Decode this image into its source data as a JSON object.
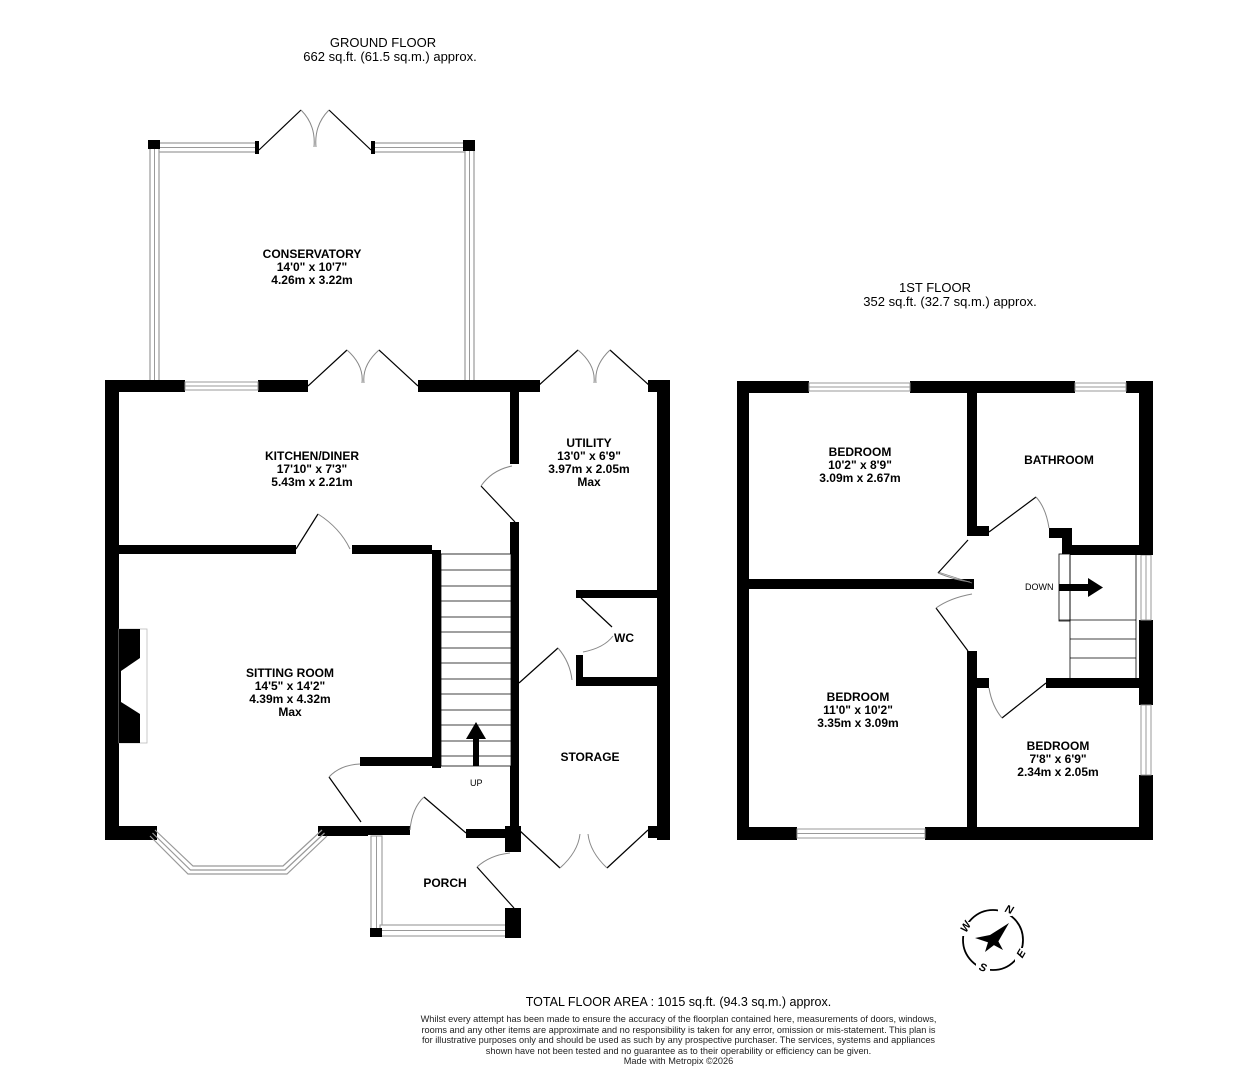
{
  "ground_floor": {
    "title": "GROUND FLOOR",
    "area": "662 sq.ft. (61.5 sq.m.) approx.",
    "rooms": [
      {
        "name": "CONSERVATORY",
        "imperial": "14'0\"  x 10'7\"",
        "metric": "4.26m  x 3.22m",
        "note": ""
      },
      {
        "name": "KITCHEN/DINER",
        "imperial": "17'10\"  x 7'3\"",
        "metric": "5.43m  x 2.21m",
        "note": ""
      },
      {
        "name": "UTILITY",
        "imperial": "13'0\"  x 6'9\"",
        "metric": "3.97m  x 2.05m",
        "note": "Max"
      },
      {
        "name": "SITTING ROOM",
        "imperial": "14'5\"  x 14'2\"",
        "metric": "4.39m  x 4.32m",
        "note": "Max"
      },
      {
        "name": "WC"
      },
      {
        "name": "STORAGE"
      },
      {
        "name": "PORCH"
      }
    ],
    "stairs_label": "UP"
  },
  "first_floor": {
    "title": "1ST FLOOR",
    "area": "352 sq.ft. (32.7 sq.m.) approx.",
    "rooms": [
      {
        "name": "BEDROOM",
        "imperial": "10'2\"  x 8'9\"",
        "metric": "3.09m  x 2.67m"
      },
      {
        "name": "BATHROOM"
      },
      {
        "name": "BEDROOM",
        "imperial": "11'0\"  x 10'2\"",
        "metric": "3.35m  x 3.09m"
      },
      {
        "name": "BEDROOM",
        "imperial": "7'8\"  x 6'9\"",
        "metric": "2.34m  x 2.05m"
      }
    ],
    "stairs_label": "DOWN"
  },
  "compass": {
    "n": "N",
    "e": "E",
    "s": "S",
    "w": "W"
  },
  "footer": {
    "total": "TOTAL FLOOR AREA : 1015 sq.ft. (94.3 sq.m.) approx.",
    "disclaimer": "Whilst every attempt has been made to ensure the accuracy of the floorplan contained here, measurements of doors, windows, rooms and any other items are approximate and no responsibility is taken for any error, omission or mis-statement. This plan is for illustrative purposes only and should be used as such by any prospective purchaser. The services, systems and appliances shown have not been tested and no guarantee as to their operability or efficiency can be given.",
    "credit": "Made with Metropix ©2026"
  }
}
